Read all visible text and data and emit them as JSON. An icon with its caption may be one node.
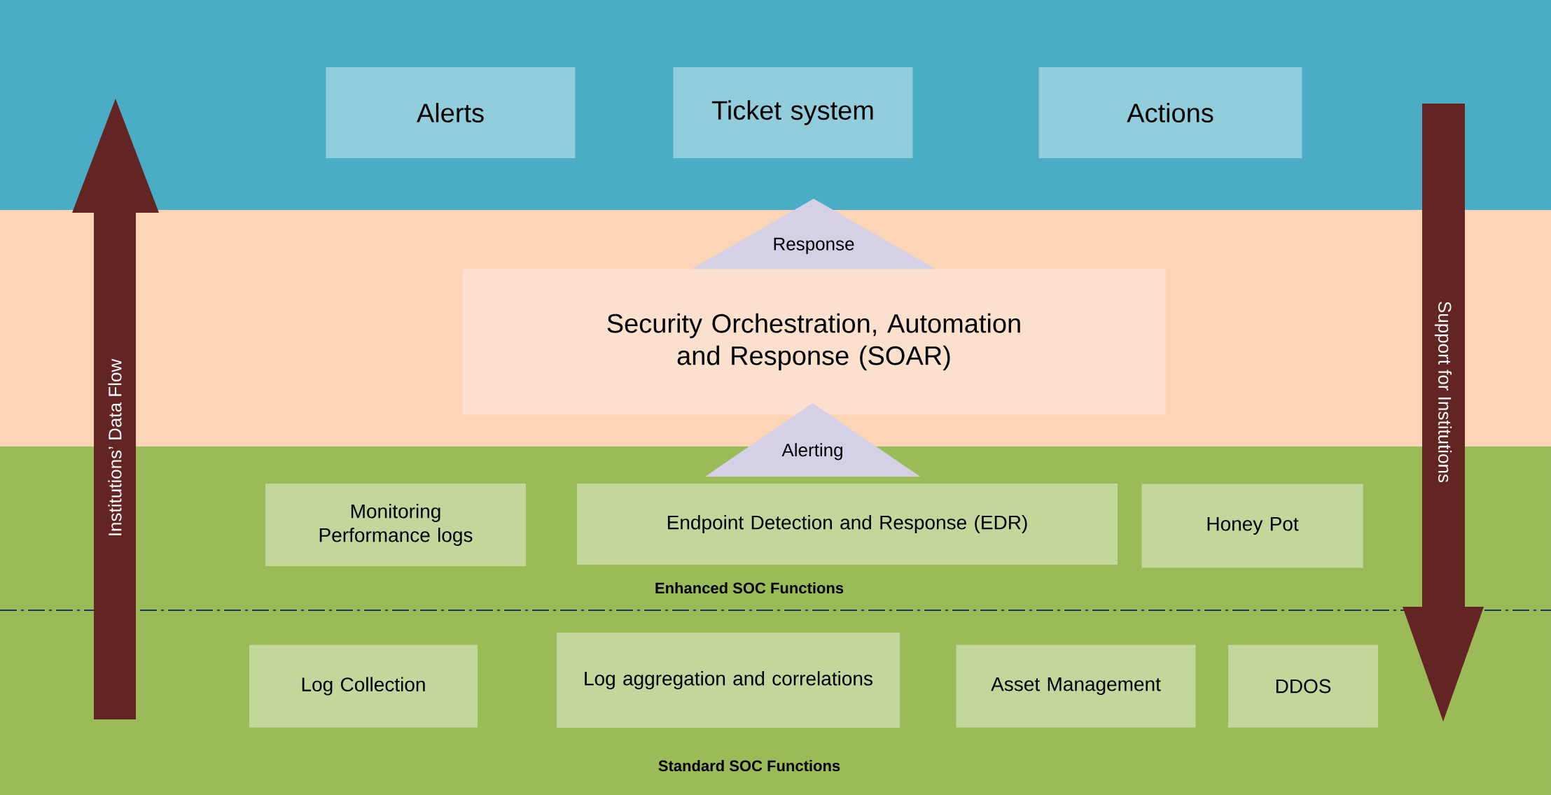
{
  "diagram": {
    "nodes": [
      {
        "text": [
          "Alerts"
        ]
      },
      {
        "text": [
          "Ticket system"
        ]
      },
      {
        "text": [
          "Actions"
        ]
      },
      {
        "text": [
          "Response"
        ]
      },
      {
        "text": [
          "Security Orchestration, Automation and Response (SOAR)"
        ]
      },
      {
        "text": [
          "Alerting"
        ]
      },
      {
        "text": [
          "Monitoring Performance logs"
        ]
      },
      {
        "text": [
          "Endpoint Detection and Response (EDR)"
        ]
      },
      {
        "text": [
          "Honey Pot"
        ]
      },
      {
        "text": [
          "Log Collection"
        ]
      },
      {
        "text": [
          "Log aggregation and correlations"
        ]
      },
      {
        "text": [
          "Asset Management"
        ]
      },
      {
        "text": [
          "DDOS"
        ]
      }
    ],
    "labels": [
      "Institutions’ Data Flow",
      "Support for Institutions",
      "Enhanced SOC Functions",
      "Standard SOC Functions"
    ]
  }
}
